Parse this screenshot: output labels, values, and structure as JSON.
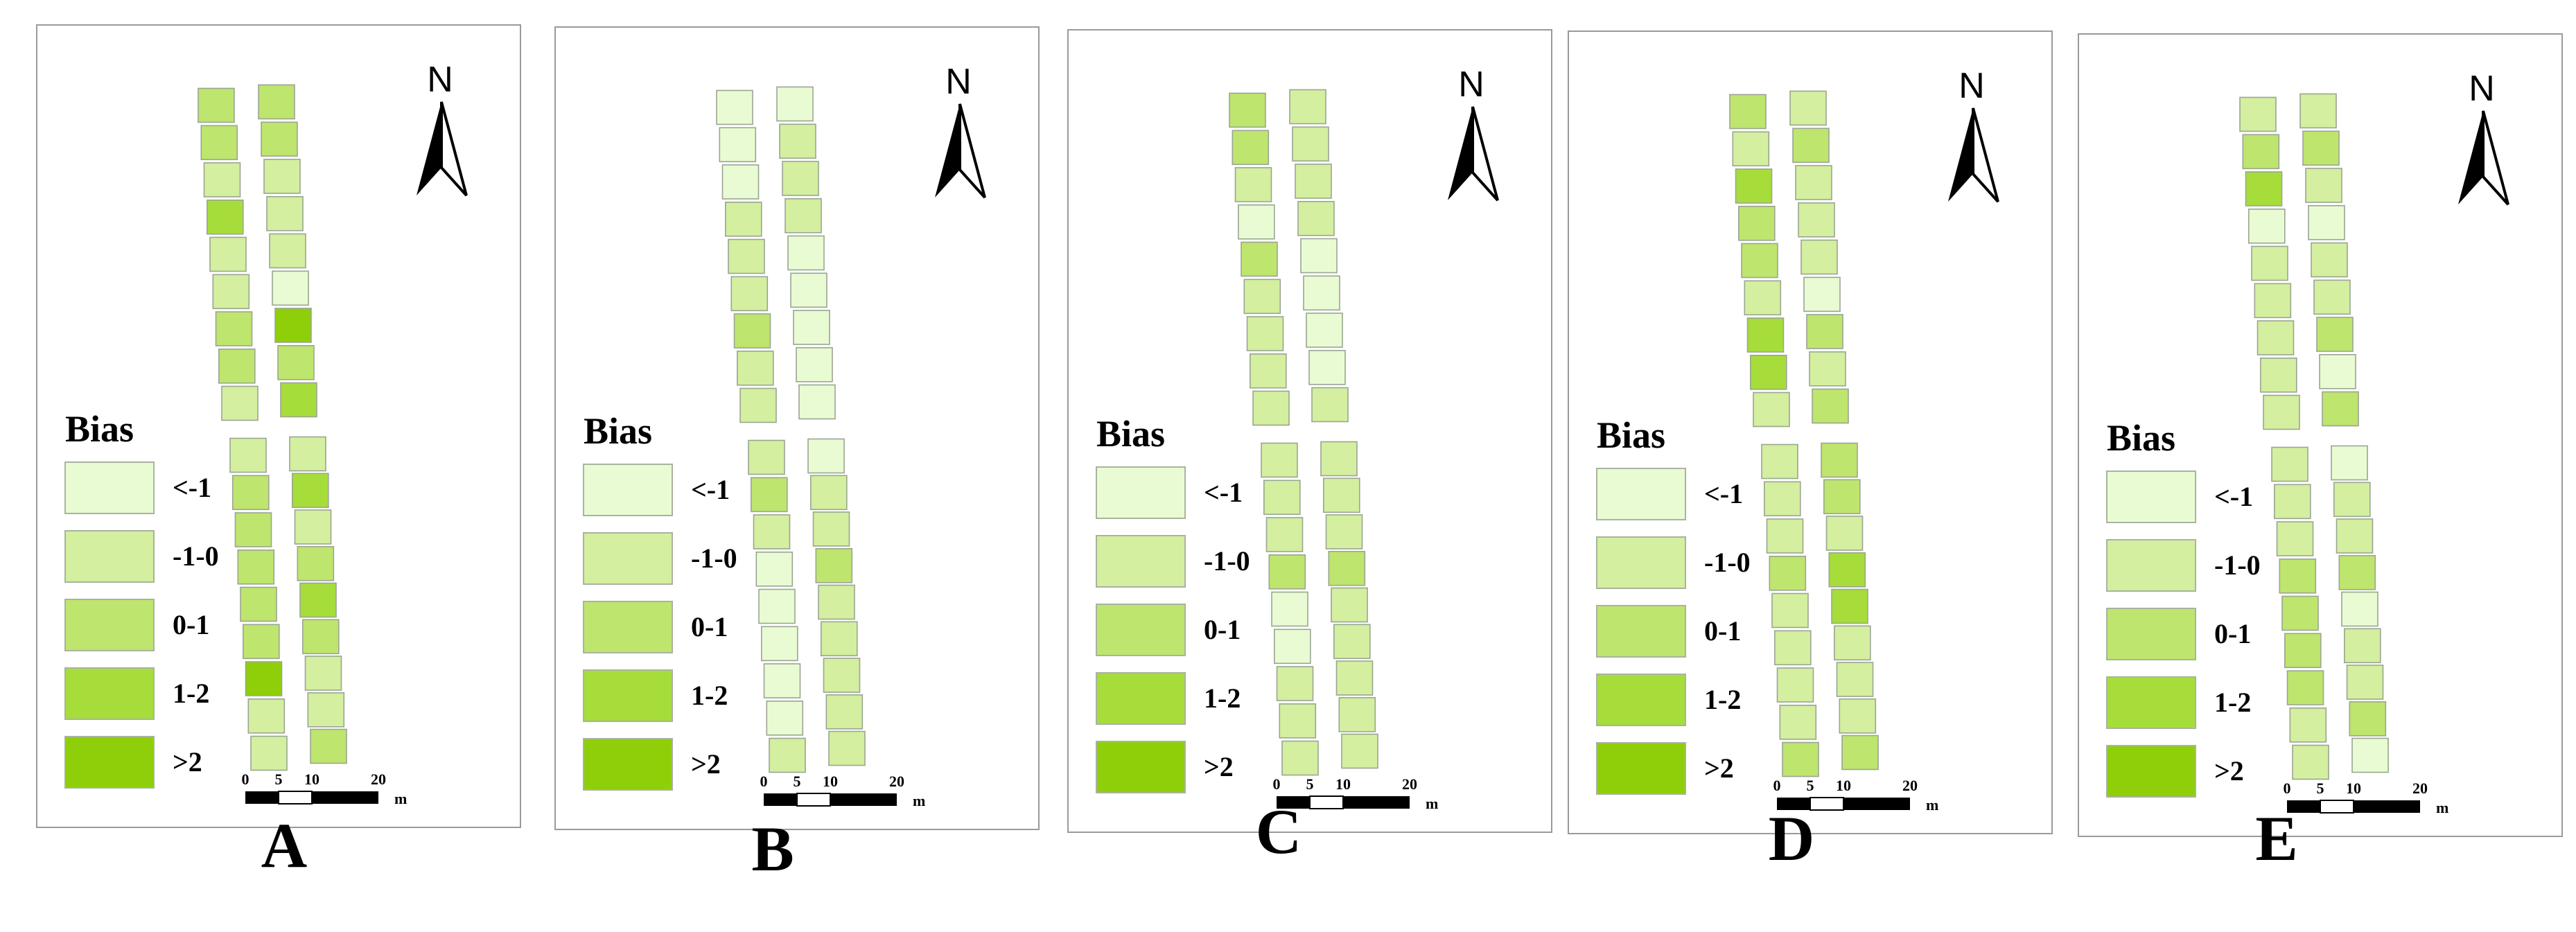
{
  "legend": {
    "title": "Bias",
    "classes": [
      {
        "label": "<-1",
        "color": "#e9fbd2"
      },
      {
        "label": "-1-0",
        "color": "#d3ef9f"
      },
      {
        "label": "0-1",
        "color": "#bee56d"
      },
      {
        "label": "1-2",
        "color": "#a6dd3a"
      },
      {
        "label": ">2",
        "color": "#8ecf0a"
      }
    ]
  },
  "north_label": "N",
  "scale_bar": {
    "ticks": [
      "0",
      "5",
      "10",
      "20"
    ],
    "unit": "m"
  },
  "panels": [
    {
      "letter": "A",
      "plots": {
        "upper_left": [
          2,
          2,
          1,
          3,
          1,
          1,
          2,
          2,
          1
        ],
        "upper_right": [
          2,
          2,
          1,
          1,
          1,
          0,
          4,
          2,
          3
        ],
        "lower_left": [
          1,
          2,
          2,
          2,
          2,
          2,
          4,
          1,
          1
        ],
        "lower_right": [
          1,
          3,
          1,
          2,
          3,
          2,
          1,
          1,
          2
        ]
      }
    },
    {
      "letter": "B",
      "plots": {
        "upper_left": [
          0,
          0,
          0,
          1,
          1,
          1,
          2,
          1,
          1
        ],
        "upper_right": [
          0,
          1,
          1,
          1,
          0,
          0,
          0,
          0,
          0
        ],
        "lower_left": [
          1,
          2,
          1,
          0,
          0,
          0,
          0,
          0,
          1
        ],
        "lower_right": [
          0,
          1,
          1,
          2,
          1,
          1,
          1,
          1,
          1
        ]
      }
    },
    {
      "letter": "C",
      "plots": {
        "upper_left": [
          2,
          2,
          1,
          0,
          2,
          1,
          1,
          1,
          1
        ],
        "upper_right": [
          1,
          1,
          1,
          1,
          0,
          0,
          0,
          0,
          1
        ],
        "lower_left": [
          1,
          1,
          1,
          2,
          0,
          0,
          1,
          1,
          1
        ],
        "lower_right": [
          1,
          1,
          1,
          2,
          1,
          1,
          1,
          1,
          1
        ]
      }
    },
    {
      "letter": "D",
      "plots": {
        "upper_left": [
          2,
          1,
          3,
          2,
          2,
          1,
          3,
          3,
          1
        ],
        "upper_right": [
          1,
          2,
          1,
          1,
          1,
          0,
          2,
          1,
          2
        ],
        "lower_left": [
          1,
          1,
          1,
          2,
          1,
          1,
          1,
          1,
          2
        ],
        "lower_right": [
          2,
          2,
          1,
          3,
          3,
          1,
          1,
          1,
          2
        ]
      }
    },
    {
      "letter": "E",
      "plots": {
        "upper_left": [
          1,
          2,
          3,
          0,
          1,
          1,
          1,
          1,
          1
        ],
        "upper_right": [
          1,
          2,
          1,
          0,
          1,
          1,
          2,
          0,
          2
        ],
        "lower_left": [
          1,
          1,
          1,
          2,
          2,
          2,
          2,
          1,
          1
        ],
        "lower_right": [
          0,
          1,
          1,
          2,
          0,
          1,
          1,
          2,
          0
        ]
      }
    }
  ]
}
